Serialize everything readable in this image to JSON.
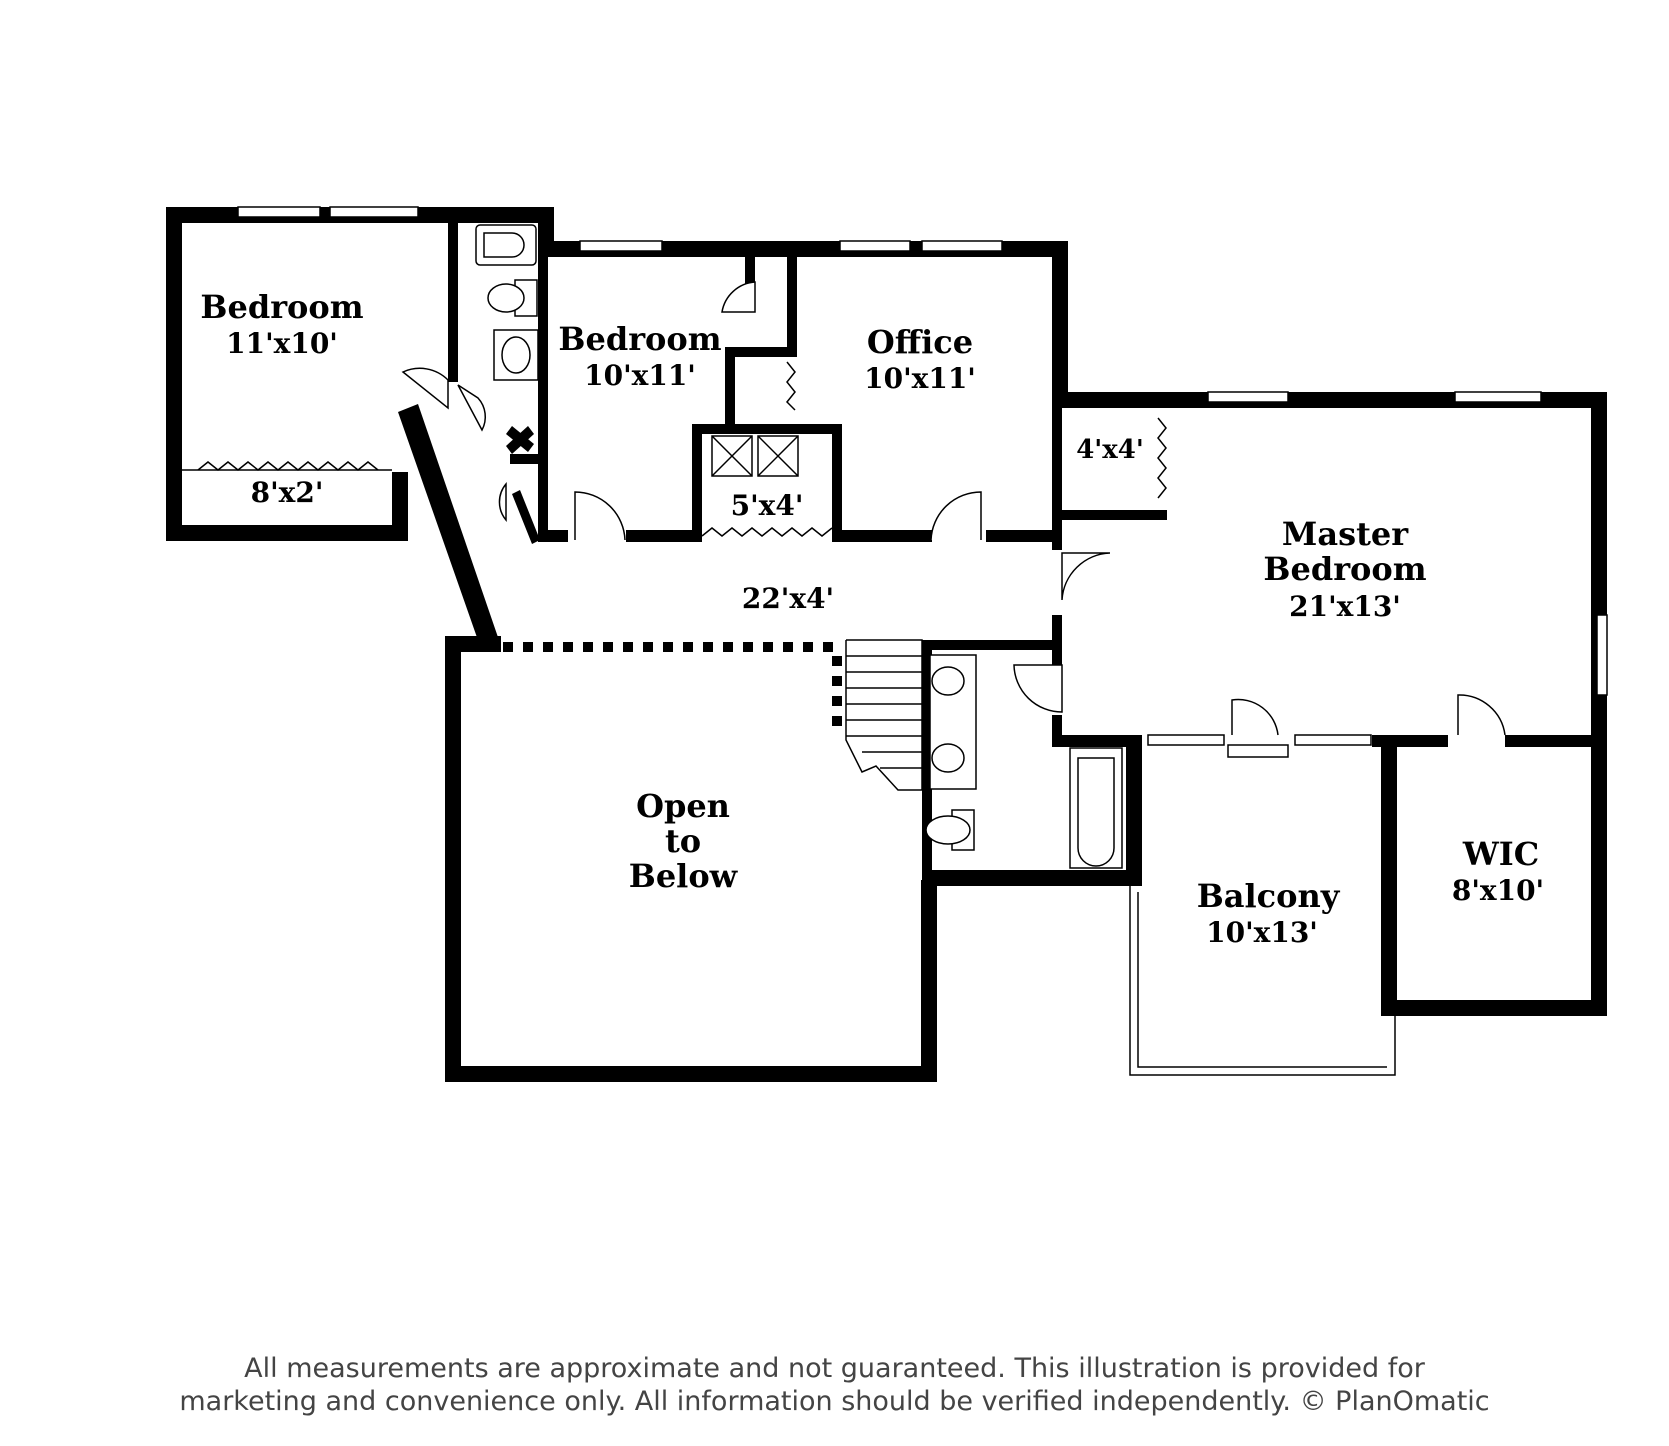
{
  "rooms": {
    "bedroom_left": {
      "name": "Bedroom",
      "size": "11'x10'"
    },
    "closet_left": {
      "size": "8'x2'"
    },
    "bedroom_mid": {
      "name": "Bedroom",
      "size": "10'x11'"
    },
    "office": {
      "name": "Office",
      "size": "10'x11'"
    },
    "linen_closet": {
      "size": "5'x4'"
    },
    "closet_small": {
      "size": "4'x4'"
    },
    "hallway": {
      "size": "22'x4'"
    },
    "master": {
      "name_line1": "Master",
      "name_line2": "Bedroom",
      "size": "21'x13'"
    },
    "open_below": {
      "line1": "Open",
      "line2": "to",
      "line3": "Below"
    },
    "balcony": {
      "name": "Balcony",
      "size": "10'x13'"
    },
    "wic": {
      "name": "WIC",
      "size": "8'x10'"
    }
  },
  "disclaimer": {
    "line1": "All measurements are approximate and not guaranteed. This illustration is provided for",
    "line2": "marketing and convenience only. All information should be verified independently. © PlanOmatic"
  },
  "colors": {
    "wall": "#000000",
    "background": "#ffffff",
    "disclaimer_text": "#444444"
  }
}
